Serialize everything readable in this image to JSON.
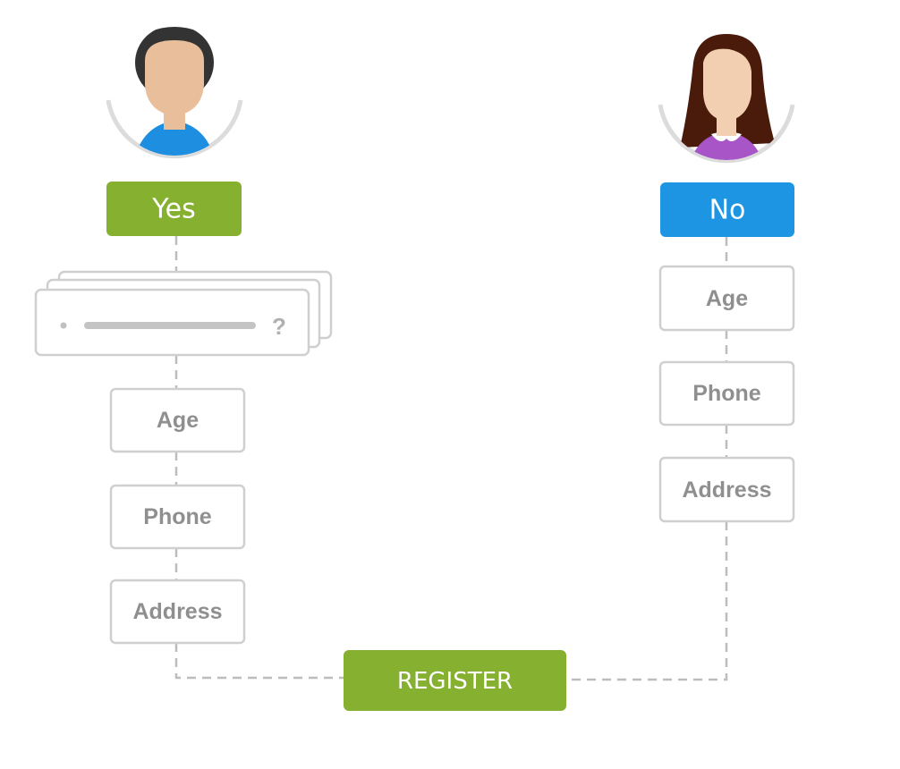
{
  "left_branch": {
    "decision_label": "Yes",
    "question_mark": "?",
    "fields": [
      "Age",
      "Phone",
      "Address"
    ]
  },
  "right_branch": {
    "decision_label": "No",
    "fields": [
      "Age",
      "Phone",
      "Address"
    ]
  },
  "register_label": "REGISTER",
  "colors": {
    "yes": "#86b030",
    "no": "#1e95e3",
    "register": "#86b030",
    "border": "#cfcfcf",
    "text": "#8f8f8f"
  }
}
